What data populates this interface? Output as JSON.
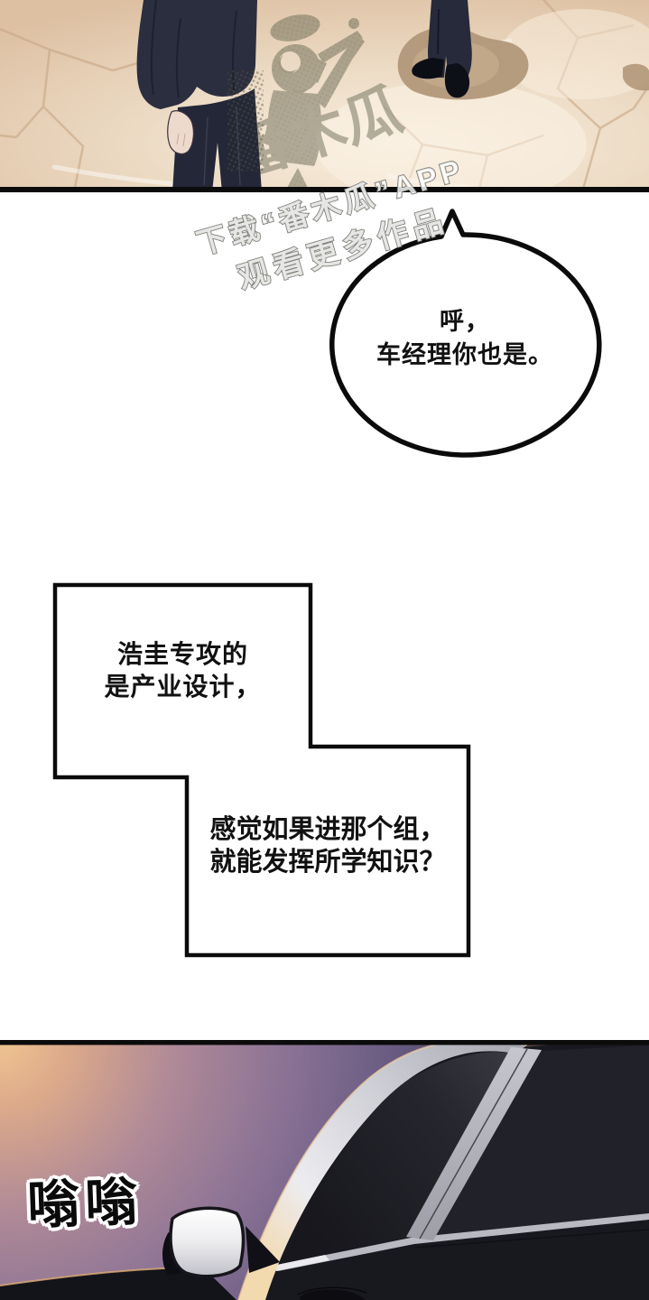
{
  "comic": {
    "speech_bubble": {
      "line1": "呼，",
      "line2": "车经理你也是。"
    },
    "caption_box_left": {
      "line1": "浩圭专攻的",
      "line2": "是产业设计，"
    },
    "caption_box_right": {
      "line1": "感觉如果进那个组，",
      "line2": "就能发挥所学知识？"
    },
    "sfx": {
      "car_horn": "嗡嗡"
    },
    "watermark": {
      "brand": "番木瓜",
      "line1": "下载“番木瓜”APP",
      "line2": "观看更多作品"
    },
    "colors": {
      "floor_beige": "#eddcc6",
      "suit_navy": "#2b2e3e",
      "sunset_orange": "#f0c491",
      "dusk_purple": "#78668c",
      "panel_border": "#0b0b0b"
    }
  }
}
